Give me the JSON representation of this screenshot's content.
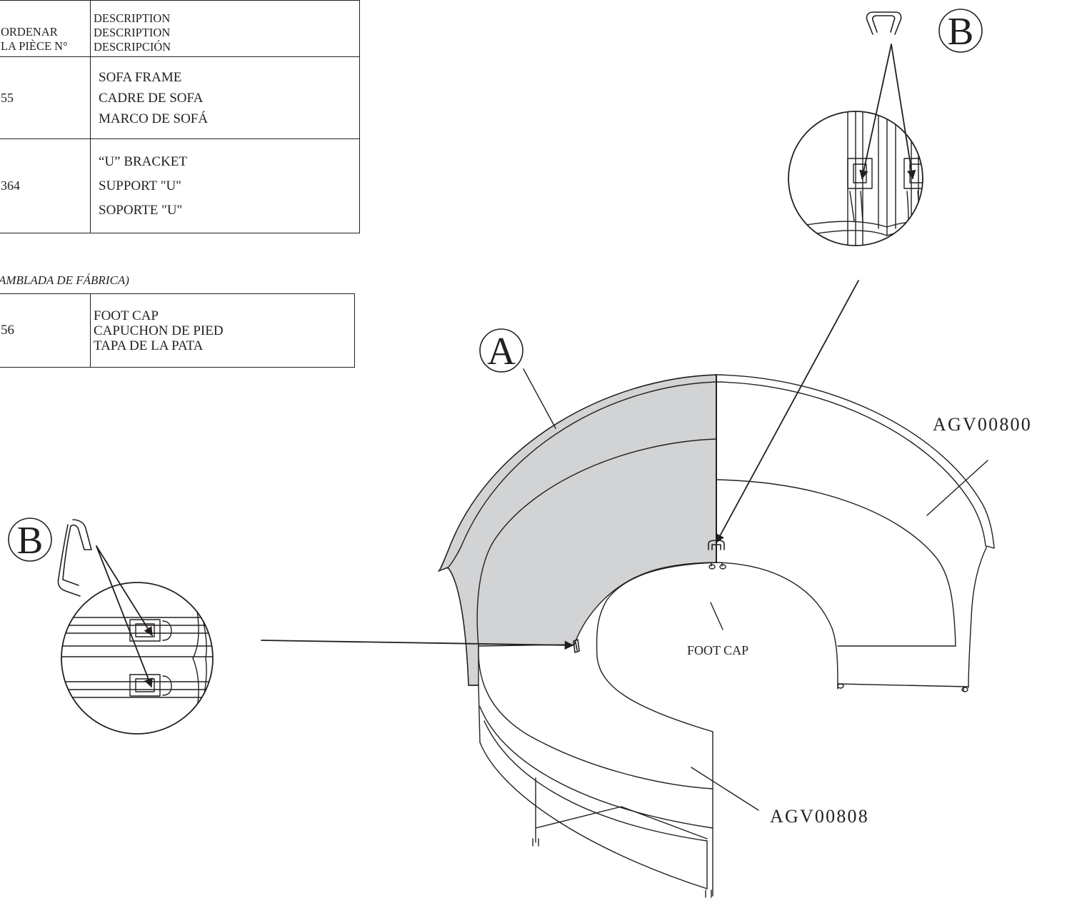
{
  "parts_table": {
    "header": {
      "part_no_lines": [
        "ORDENAR",
        "LA PIÈCE N°"
      ],
      "desc_lines": [
        "DESCRIPTION",
        "DESCRIPTION",
        "DESCRIPCIÓN"
      ]
    },
    "rows": [
      {
        "part_no": "55",
        "desc_lines": [
          "SOFA FRAME",
          "CADRE DE SOFA",
          "MARCO DE SOFÁ"
        ]
      },
      {
        "part_no": "364",
        "desc_lines": [
          "“U” BRACKET",
          "SUPPORT \"U\"",
          "SOPORTE \"U\""
        ]
      }
    ]
  },
  "factory_note": "AMBLADA DE FÁBRICA)",
  "factory_table": {
    "rows": [
      {
        "part_no": "56",
        "desc_lines": [
          "FOOT CAP",
          "CAPUCHON DE PIED",
          "TAPA DE LA PATA"
        ]
      }
    ]
  },
  "diagram": {
    "callout_a": "A",
    "callout_b_top": "B",
    "callout_b_left": "B",
    "model_right": "AGV00800",
    "model_front": "AGV00808",
    "foot_cap_label": "FOOT CAP",
    "colors": {
      "line": "#231f20",
      "shade": "#d1d3d4",
      "shade_dark": "#bcbec0"
    }
  }
}
